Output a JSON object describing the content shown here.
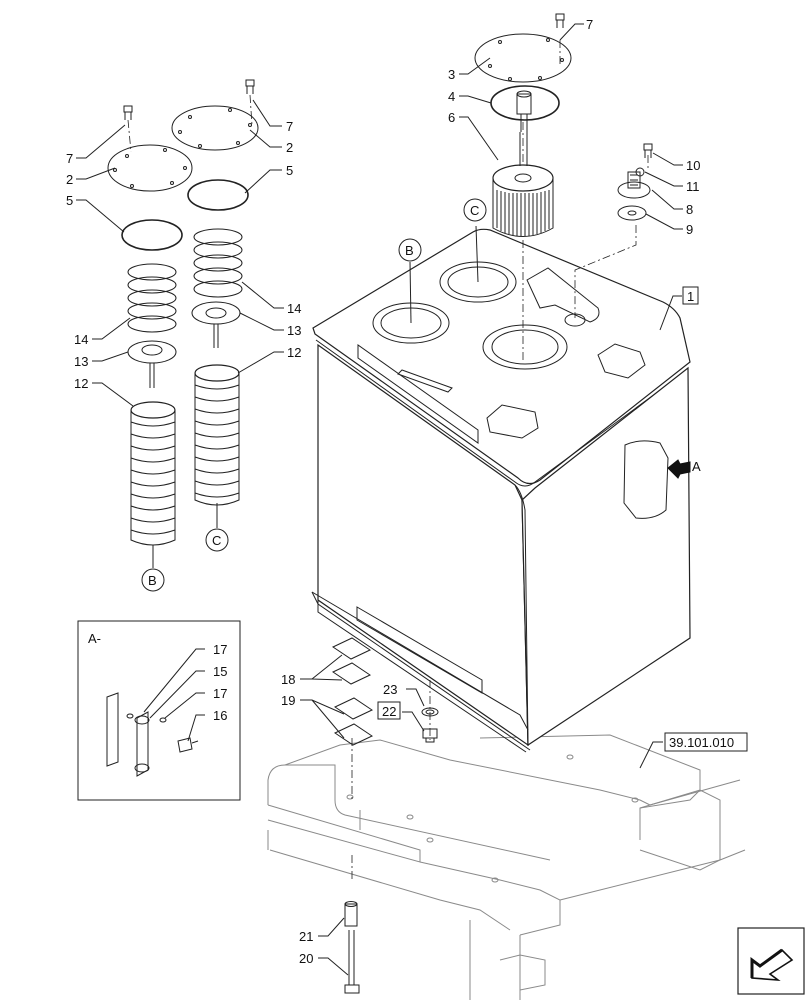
{
  "callouts": {
    "c1": "1",
    "c2a": "2",
    "c2b": "2",
    "c3": "3",
    "c4": "4",
    "c5a": "5",
    "c5b": "5",
    "c6": "6",
    "c7a": "7",
    "c7b": "7",
    "c7c": "7",
    "c8": "8",
    "c9": "9",
    "c10": "10",
    "c11": "11",
    "c12a": "12",
    "c12b": "12",
    "c13a": "13",
    "c13b": "13",
    "c14a": "14",
    "c14b": "14",
    "c15": "15",
    "c16": "16",
    "c17a": "17",
    "c17b": "17",
    "c18": "18",
    "c19": "19",
    "c20": "20",
    "c21": "21",
    "c22": "22",
    "c23": "23"
  },
  "markers": {
    "b_top": "B",
    "b_bottom": "B",
    "c_top": "C",
    "c_bottom": "C",
    "a_arrow": "A"
  },
  "detail_view": {
    "label": "A-"
  },
  "reference": {
    "label": "39.101.010"
  }
}
